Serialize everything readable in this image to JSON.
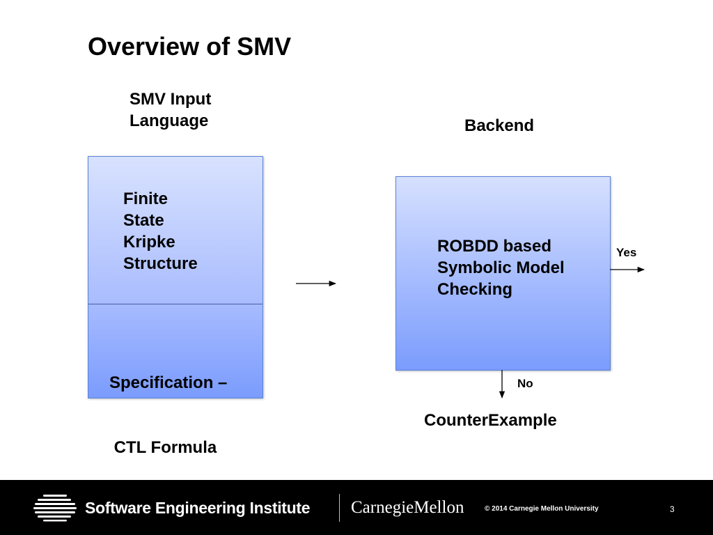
{
  "slide": {
    "title": "Overview of SMV"
  },
  "input_section": {
    "heading_lines": [
      "SMV Input",
      "Language"
    ],
    "model_box_lines": [
      "Finite",
      "State",
      "Kripke",
      "Structure"
    ],
    "spec_box_lines": [
      "Specification –",
      " CTL Formula"
    ]
  },
  "backend_section": {
    "heading": "Backend",
    "box_lines": [
      "ROBDD based",
      "Symbolic Model",
      "Checking"
    ],
    "yes_label": "Yes",
    "no_label": "No",
    "no_result": "CounterExample"
  },
  "colors": {
    "box_border": "#5b82d8",
    "box_gradient_top": "#d6e0fe",
    "box_gradient_bottom": "#7b9cfd",
    "footer_bg": "#000000"
  },
  "footer": {
    "org_name": "Software Engineering Institute",
    "university": "CarnegieMellon",
    "copyright": "© 2014 Carnegie Mellon University",
    "page_number": "3",
    "logo_icon": "sei-logo-icon"
  }
}
